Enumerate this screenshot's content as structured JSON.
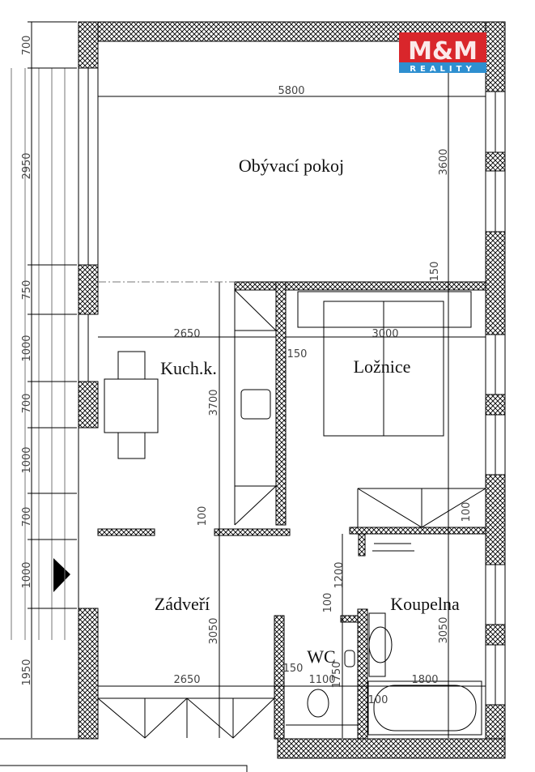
{
  "logo": {
    "brand": "M&M",
    "tagline": "REALITY",
    "colors": {
      "red": "#d9262b",
      "blue": "#2e8fd0"
    }
  },
  "rooms": {
    "living": "Obývací pokoj",
    "kitchen": "Kuch.k.",
    "bedroom": "Ložnice",
    "hall": "Zádveří",
    "bathroom": "Koupelna",
    "wc": "WC"
  },
  "left_dimensions": [
    "700",
    "2950",
    "750",
    "1000",
    "700",
    "1000",
    "700",
    "1000",
    "1950"
  ],
  "dimensions": {
    "living_width": "5800",
    "living_depth": "3600",
    "wall_living_bedroom": "150",
    "kitchen_width": "2650",
    "bedroom_width": "3000",
    "wall_kitchen_bedroom": "150",
    "kitchen_depth": "3700",
    "kitchen_wall": "100",
    "hall_depth": "3050",
    "hall_width": "2650",
    "bath_top_wall": "100",
    "corridor_depth": "1200",
    "wc_wall_top": "100",
    "bath_depth": "3050",
    "wc_left_wall": "150",
    "wc_width": "1100",
    "wc_depth": "1750",
    "bathtub_length": "1800",
    "bath_left_wall": "100"
  }
}
